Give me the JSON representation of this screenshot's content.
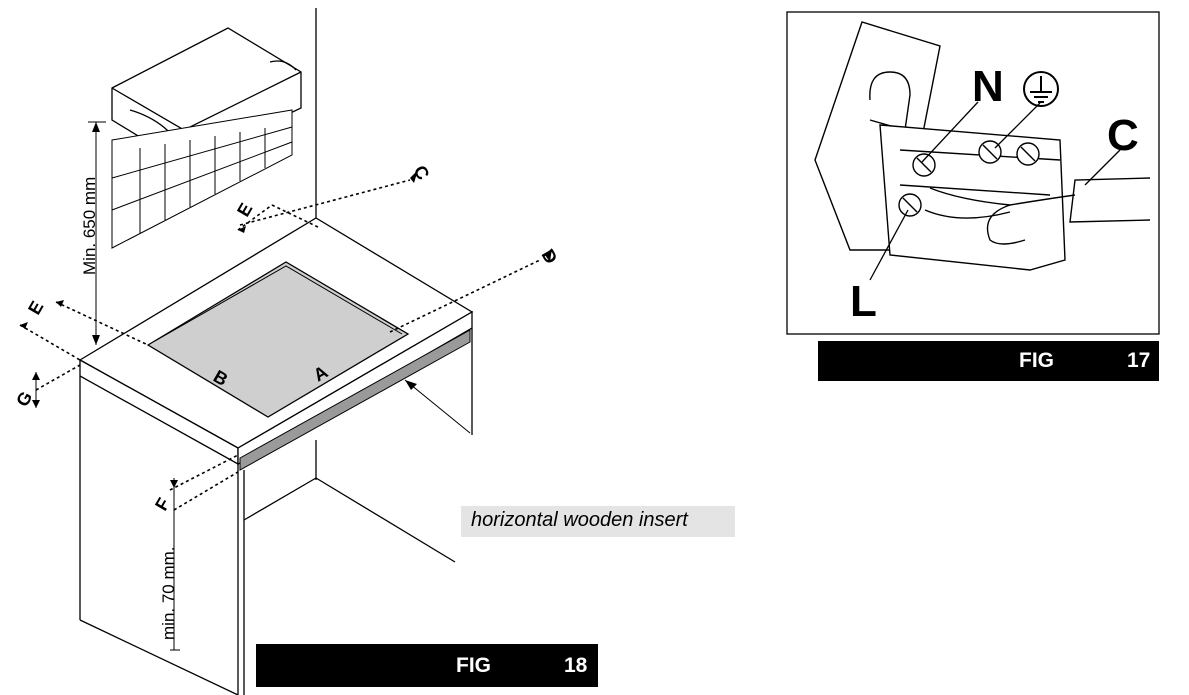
{
  "fig18": {
    "fig_label": "FIG",
    "fig_number": "18",
    "dim_min_650": "Min. 650 mm",
    "dim_min_70": "min. 70 mm.",
    "label_A": "A",
    "label_B": "B",
    "label_C": "C",
    "label_D": "D",
    "label_E_top": "E",
    "label_E_left": "E",
    "label_F": "F",
    "label_G": "G",
    "insert_text": "horizontal wooden insert"
  },
  "fig17": {
    "fig_label": "FIG",
    "fig_number": "17",
    "label_N": "N",
    "label_L": "L",
    "label_C": "C"
  },
  "icons": [
    "ground-symbol-icon"
  ]
}
